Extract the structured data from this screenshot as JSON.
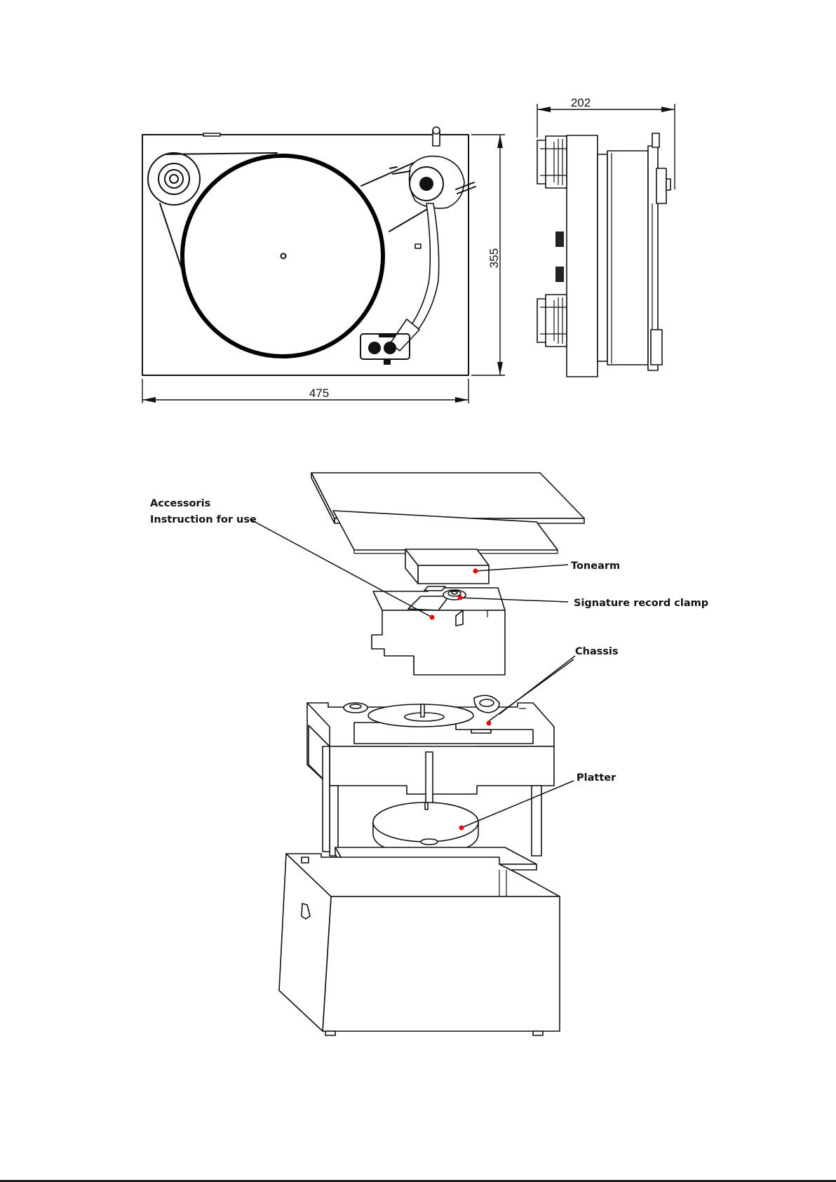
{
  "dimensions": {
    "width": "475",
    "depth": "355",
    "height": "202"
  },
  "labels": {
    "accessories_line1": "Accessoris",
    "accessories_line2": "Instruction for use",
    "tonearm": "Tonearm",
    "record_clamp": "Signature record clamp",
    "chassis": "Chassis",
    "platter": "Platter"
  },
  "colors": {
    "line": "#111111",
    "marker": "#e01010",
    "background": "#ffffff"
  }
}
